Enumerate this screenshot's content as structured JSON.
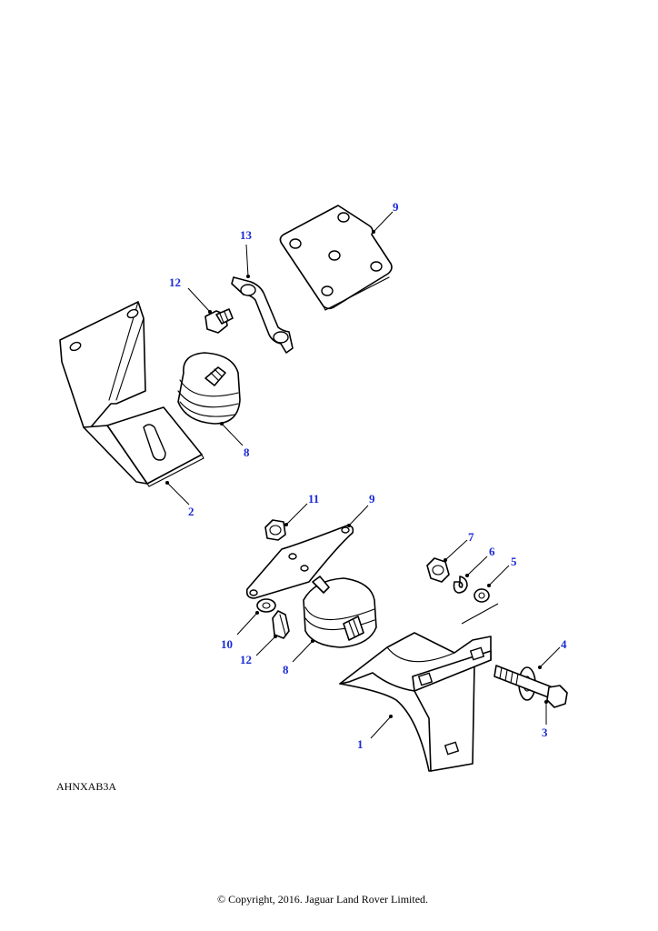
{
  "figure_ref": "AHNXAB3A",
  "copyright": "© Copyright, 2016. Jaguar Land Rover Limited.",
  "callout_color": "#1a2bd6",
  "callouts": {
    "c1": "1",
    "c2": "2",
    "c3": "3",
    "c4": "4",
    "c5": "5",
    "c6": "6",
    "c7": "7",
    "c8_upper": "8",
    "c8_lower": "8",
    "c9_upper": "9",
    "c9_lower": "9",
    "c10": "10",
    "c11": "11",
    "c12_upper": "12",
    "c12_lower": "12",
    "c13": "13"
  }
}
